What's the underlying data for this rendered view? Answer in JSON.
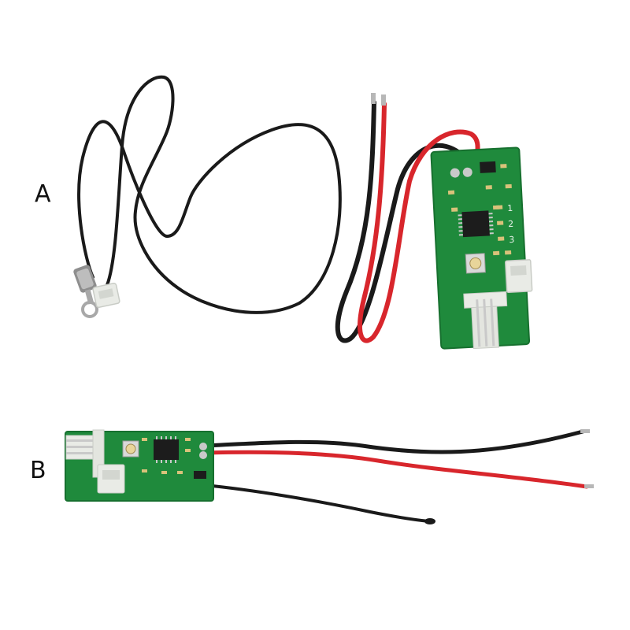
{
  "labels": {
    "a": "A",
    "b": "B"
  },
  "board_markings": {
    "one": "1",
    "two": "2",
    "three": "3"
  },
  "colors": {
    "background": "#ffffff",
    "pcb_green": "#1f8a3c",
    "pcb_edge": "#17702f",
    "wire_black": "#1a1a1a",
    "wire_red": "#d8262c",
    "connector_white": "#e9ebe6",
    "chip_black": "#1c1c1c"
  },
  "icons": [
    "thermistor-probe-icon",
    "pcb-module-icon",
    "fan-connector-icon",
    "potentiometer-icon"
  ]
}
